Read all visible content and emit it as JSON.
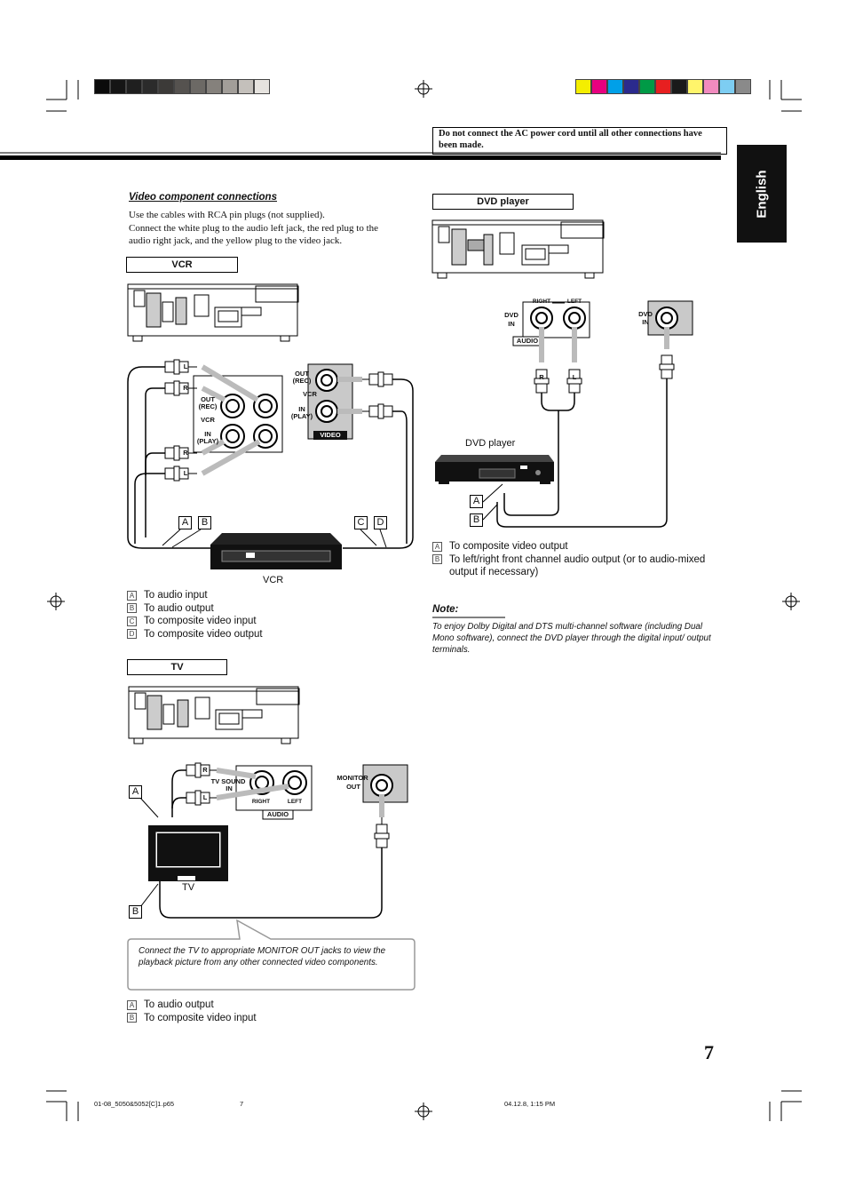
{
  "header": {
    "warning": "Do not connect the AC power cord until all other connections have been made.",
    "language_tab": "English"
  },
  "colors": {
    "gray_bars": [
      "#0b0b0b",
      "#151515",
      "#1f1f1f",
      "#2b2b2b",
      "#3c3a38",
      "#55524f",
      "#6c6965",
      "#85817c",
      "#a29e99",
      "#c4c0bb",
      "#e6e3df"
    ],
    "color_bars": [
      "#f4ee00",
      "#e8007f",
      "#00a0e8",
      "#2b2a8d",
      "#009a46",
      "#e71f20",
      "#1a1a1a",
      "#fff56b",
      "#f18bbf",
      "#7dcdf2",
      "#8a8a8a"
    ]
  },
  "left": {
    "section_title": "Video component connections",
    "intro_lines": [
      "Use the cables with RCA pin plugs (not supplied).",
      "Connect the white plug to the audio left jack, the red plug to the",
      "audio right jack, and the yellow plug to the video jack."
    ],
    "vcr_box": "VCR",
    "vcr_diagram": {
      "out_rec": "OUT",
      "rec": "(REC)",
      "vcr": "VCR",
      "in": "IN",
      "play": "(PLAY)",
      "video": "VIDEO",
      "plug_l": "L",
      "plug_r": "R",
      "key_a": "A",
      "key_b": "B",
      "key_c": "C",
      "key_d": "D",
      "device_label": "VCR"
    },
    "vcr_legend": [
      {
        "key": "A",
        "text": "To audio input"
      },
      {
        "key": "B",
        "text": "To audio output"
      },
      {
        "key": "C",
        "text": "To composite video input"
      },
      {
        "key": "D",
        "text": "To composite video output"
      }
    ],
    "tv_box": "TV",
    "tv_diagram": {
      "tv_sound": "TV SOUND",
      "in": "IN",
      "right": "RIGHT",
      "left": "LEFT",
      "audio": "AUDIO",
      "monitor": "MONITOR",
      "out": "OUT",
      "plug_r": "R",
      "plug_l": "L",
      "key_a": "A",
      "key_b": "B",
      "device_label": "TV"
    },
    "callout": "Connect the TV to appropriate MONITOR OUT jacks to view the playback picture from any other connected video components.",
    "tv_legend": [
      {
        "key": "A",
        "text": "To audio output"
      },
      {
        "key": "B",
        "text": "To composite video input"
      }
    ]
  },
  "right": {
    "dvd_box": "DVD player",
    "dvd_diagram": {
      "dvd": "DVD",
      "in": "IN",
      "right": "RIGHT",
      "left": "LEFT",
      "audio": "AUDIO",
      "plug_r": "R",
      "plug_l": "L",
      "device_label": "DVD player",
      "key_a": "A",
      "key_b": "B"
    },
    "dvd_legend": [
      {
        "key": "A",
        "text": "To composite video output"
      },
      {
        "key": "B",
        "text": "To left/right front channel audio output (or to audio-mixed"
      },
      {
        "key": "",
        "text": "output if necessary)"
      }
    ],
    "note_title": "Note:",
    "note_text": "To enjoy Dolby Digital and DTS multi-channel software (including Dual Mono software), connect the DVD player through the digital input/ output terminals."
  },
  "footer": {
    "page_number": "7",
    "file": "01-08_5050&5052[C]1.p65",
    "file_page": "7",
    "date": "04.12.8, 1:15 PM"
  }
}
